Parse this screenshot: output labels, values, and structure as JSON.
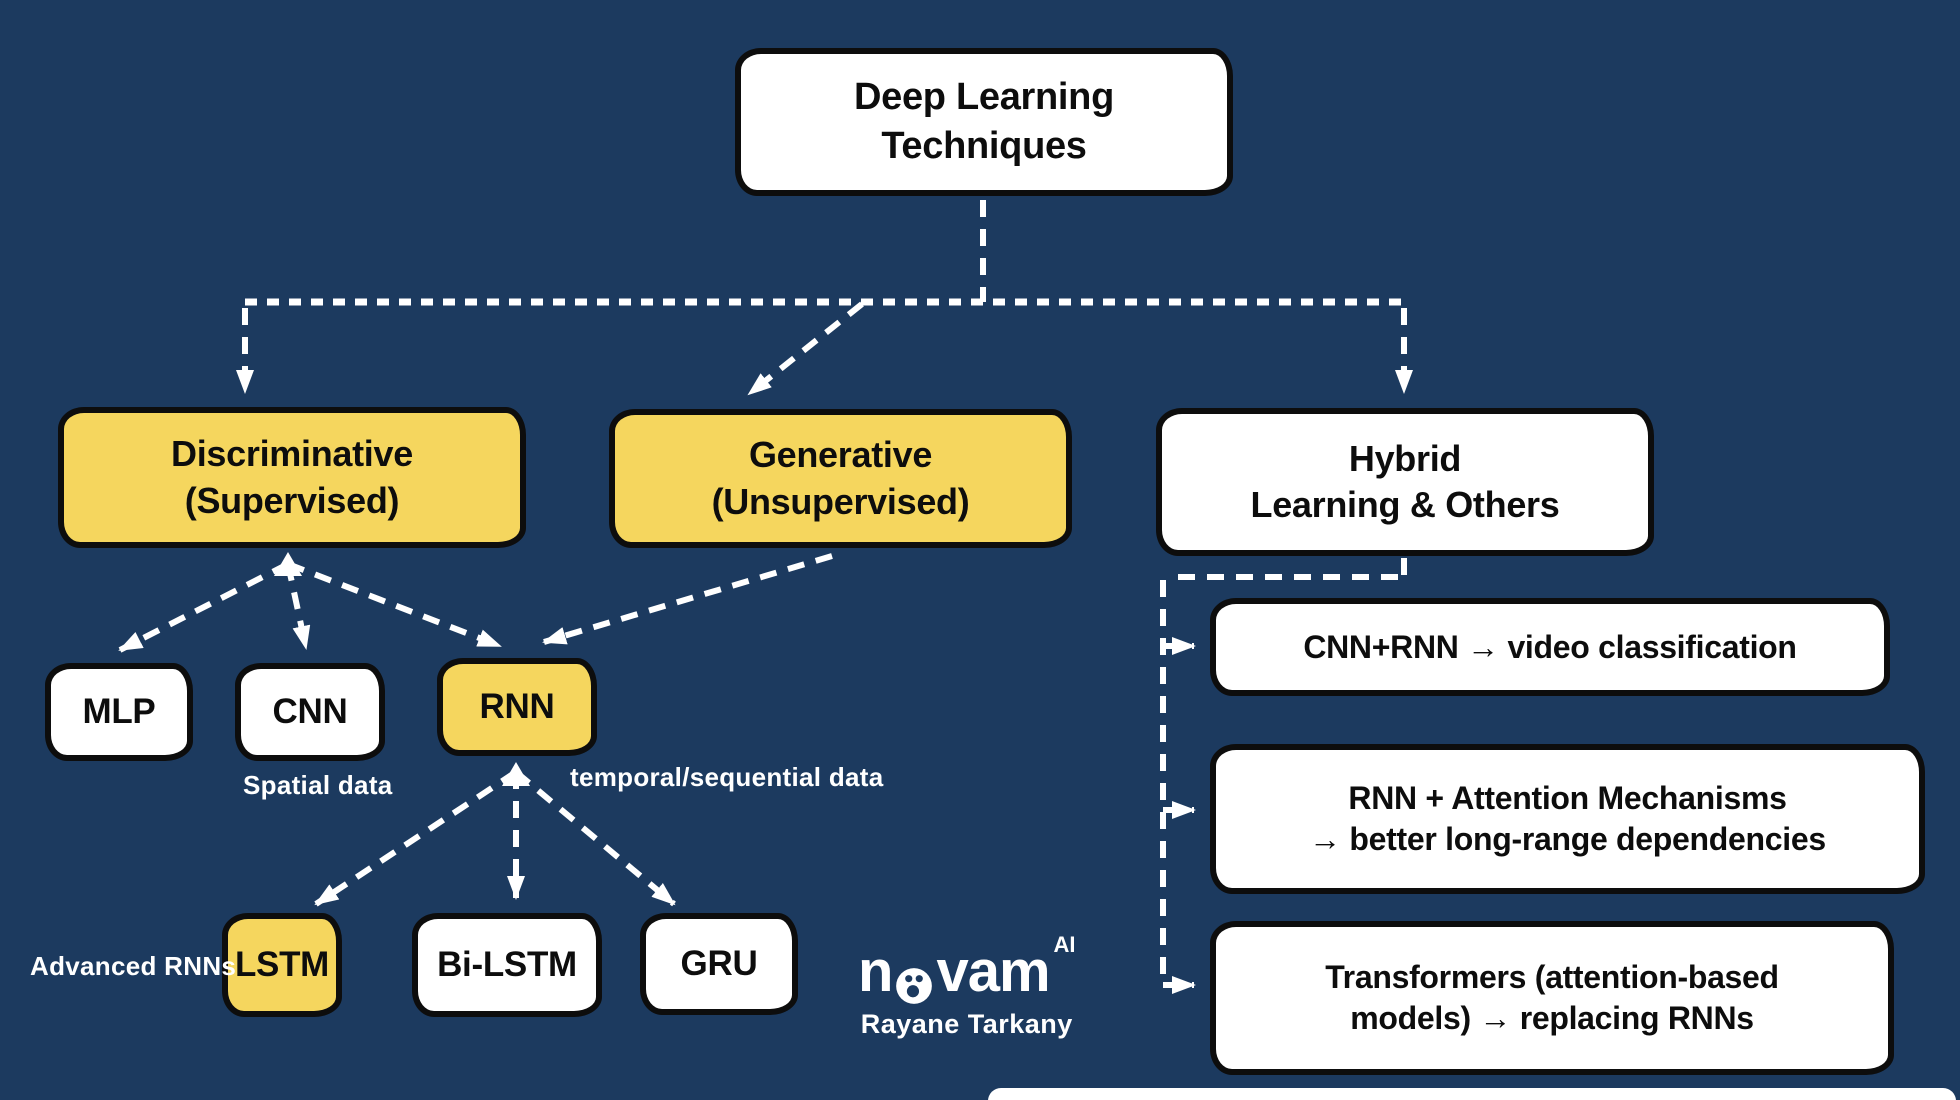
{
  "palette": {
    "background": "#1c3a5f",
    "accent_yellow": "#f5d65e",
    "box_white": "#ffffff",
    "outline_black": "#0d0d0d",
    "connector_white": "#ffffff"
  },
  "nodes": {
    "root": {
      "label": "Deep Learning\nTechniques"
    },
    "discriminative": {
      "label": "Discriminative\n(Supervised)"
    },
    "generative": {
      "label": "Generative\n(Unsupervised)"
    },
    "hybrid": {
      "label": "Hybrid\nLearning & Others"
    },
    "mlp": {
      "label": "MLP"
    },
    "cnn": {
      "label": "CNN"
    },
    "rnn": {
      "label": "RNN"
    },
    "lstm": {
      "label": "LSTM"
    },
    "bilstm": {
      "label": "Bi-LSTM"
    },
    "gru": {
      "label": "GRU"
    },
    "hybrid_examples": [
      {
        "label": "CNN+RNN → video classification"
      },
      {
        "label": "RNN + Attention Mechanisms\n→ better long-range dependencies"
      },
      {
        "label": "Transformers (attention-based\nmodels) → replacing RNNs"
      }
    ]
  },
  "annotations": {
    "spatial": "Spatial data",
    "temporal": "temporal/sequential data",
    "advanced_rnns": "Advanced RNNs"
  },
  "branding": {
    "logo_text_left": "n",
    "logo_text_right": "vam",
    "logo_sup": "AI",
    "author": "Rayane Tarkany"
  }
}
